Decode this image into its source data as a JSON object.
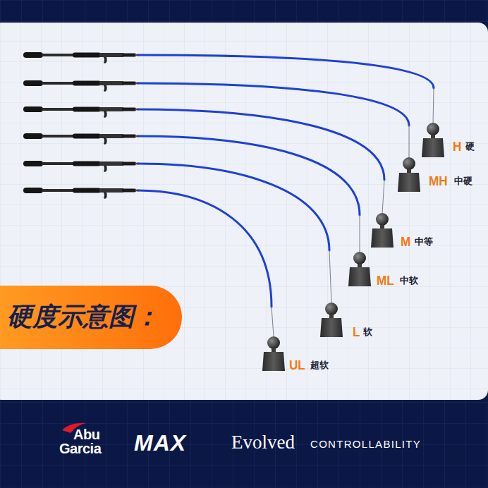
{
  "diagram": {
    "title": "硬度示意图：",
    "labels": [
      "H",
      "硬",
      "MH",
      "中硬",
      "M",
      "中等",
      "ML",
      "中软",
      "L",
      "软",
      "UL",
      "超软",
      "Abu",
      "Garcia",
      "MAX",
      "Evolved",
      "CONTROLLABILITY"
    ]
  }
}
